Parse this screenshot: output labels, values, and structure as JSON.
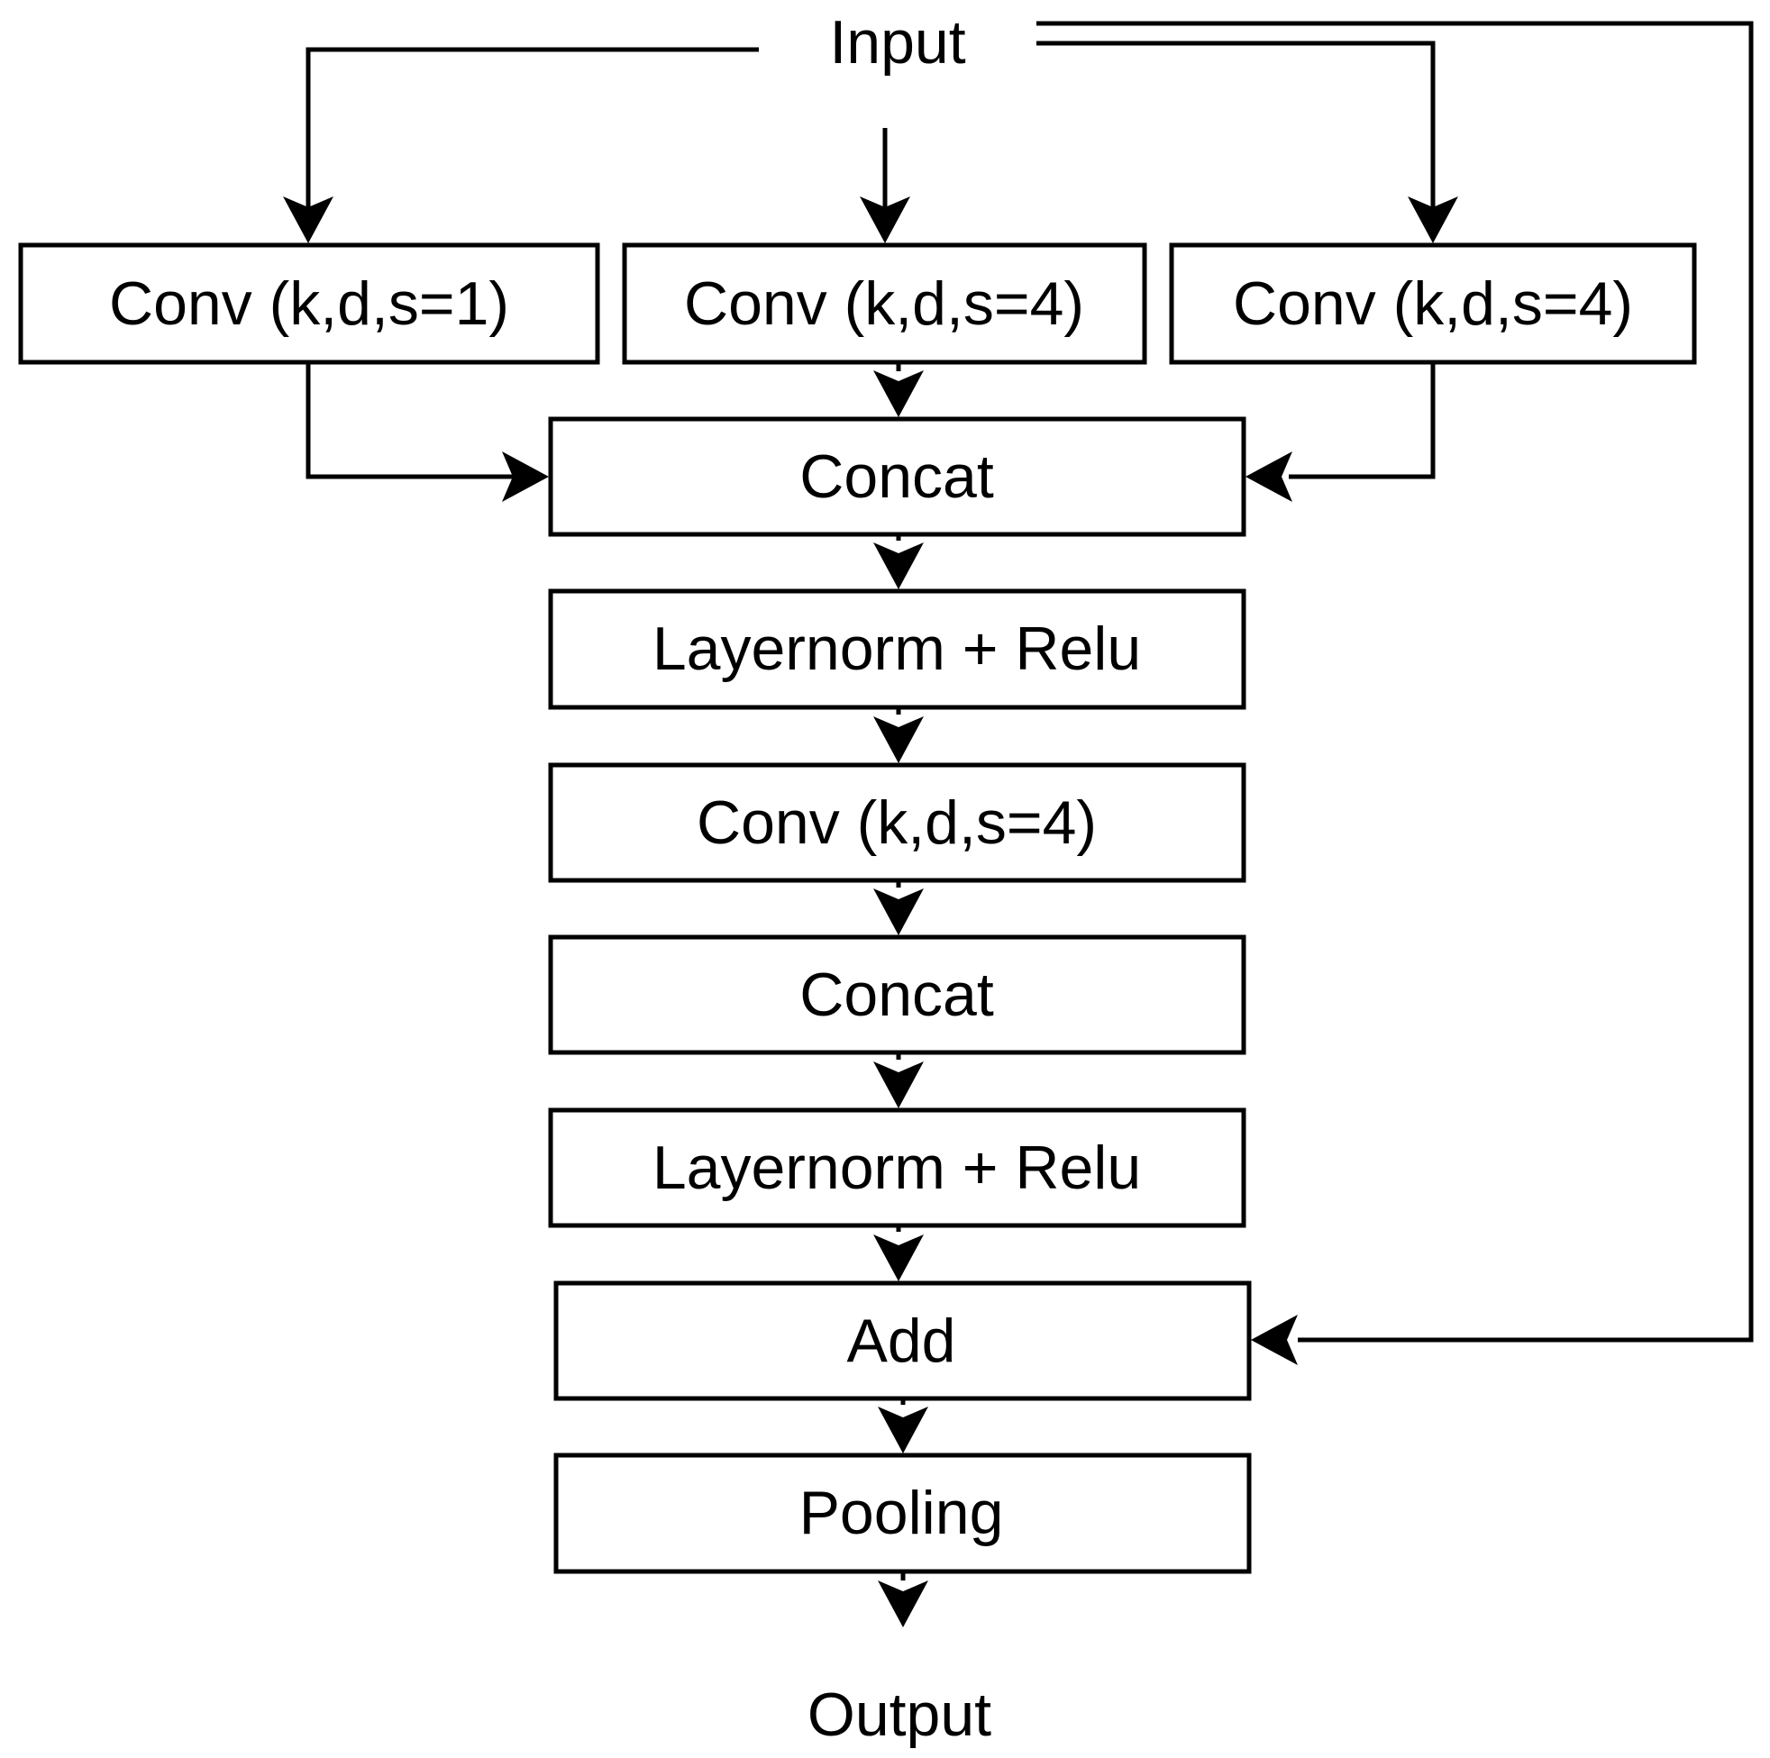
{
  "diagram": {
    "input_label": "Input",
    "output_label": "Output",
    "nodes": {
      "conv_branch_1": "Conv (k,d,s=1)",
      "conv_branch_2": "Conv (k,d,s=4)",
      "conv_branch_3": "Conv (k,d,s=4)",
      "concat_1": "Concat",
      "layernorm_relu_1": "Layernorm + Relu",
      "conv_main": "Conv (k,d,s=4)",
      "concat_2": "Concat",
      "layernorm_relu_2": "Layernorm + Relu",
      "add": "Add",
      "pooling": "Pooling"
    },
    "edges": [
      {
        "from": "input",
        "to": "conv_branch_1"
      },
      {
        "from": "input",
        "to": "conv_branch_2"
      },
      {
        "from": "input",
        "to": "conv_branch_3"
      },
      {
        "from": "input",
        "to": "add"
      },
      {
        "from": "conv_branch_1",
        "to": "concat_1"
      },
      {
        "from": "conv_branch_2",
        "to": "concat_1"
      },
      {
        "from": "conv_branch_3",
        "to": "concat_1"
      },
      {
        "from": "concat_1",
        "to": "layernorm_relu_1"
      },
      {
        "from": "layernorm_relu_1",
        "to": "conv_main"
      },
      {
        "from": "conv_main",
        "to": "concat_2"
      },
      {
        "from": "concat_2",
        "to": "layernorm_relu_2"
      },
      {
        "from": "layernorm_relu_2",
        "to": "add"
      },
      {
        "from": "add",
        "to": "pooling"
      },
      {
        "from": "pooling",
        "to": "output"
      }
    ]
  }
}
